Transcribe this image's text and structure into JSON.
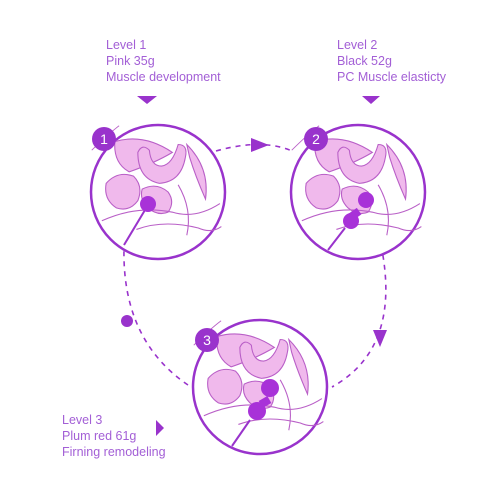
{
  "colors": {
    "accent": "#9933cc",
    "label_text": "#a35fd6",
    "anatomy_fill": "#f0b9ec",
    "anatomy_stroke": "#b95fc7",
    "ball": "#a832d8"
  },
  "levels": [
    {
      "number": "1",
      "title": "Level 1",
      "weight": "Pink 35g",
      "benefit": "Muscle development",
      "balls": 1
    },
    {
      "number": "2",
      "title": "Level 2",
      "weight": "Black 52g",
      "benefit": "PC Muscle elasticty",
      "balls": 2
    },
    {
      "number": "3",
      "title": "Level 3",
      "weight": "Plum red 61g",
      "benefit": "Firning remodeling",
      "balls": 2
    }
  ]
}
